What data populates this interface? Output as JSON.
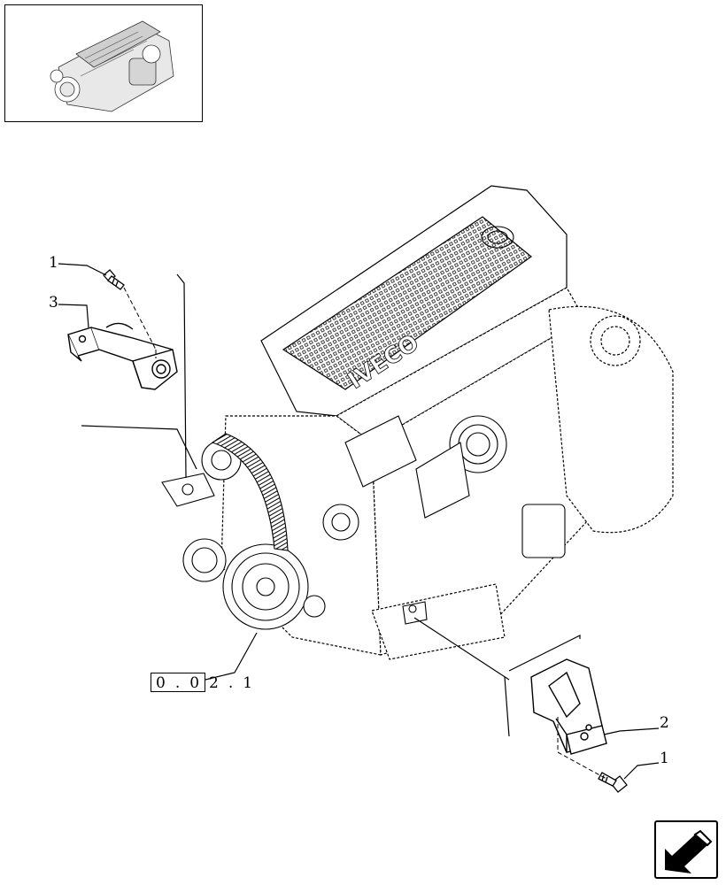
{
  "diagram": {
    "callouts": [
      {
        "id": "c1-top",
        "label": "1"
      },
      {
        "id": "c3",
        "label": "3"
      },
      {
        "id": "c2",
        "label": "2"
      },
      {
        "id": "c1-bottom",
        "label": "1"
      }
    ],
    "reference": {
      "text": "0.02.1"
    }
  },
  "navigation": {
    "icon": "arrow-down-left-icon"
  }
}
